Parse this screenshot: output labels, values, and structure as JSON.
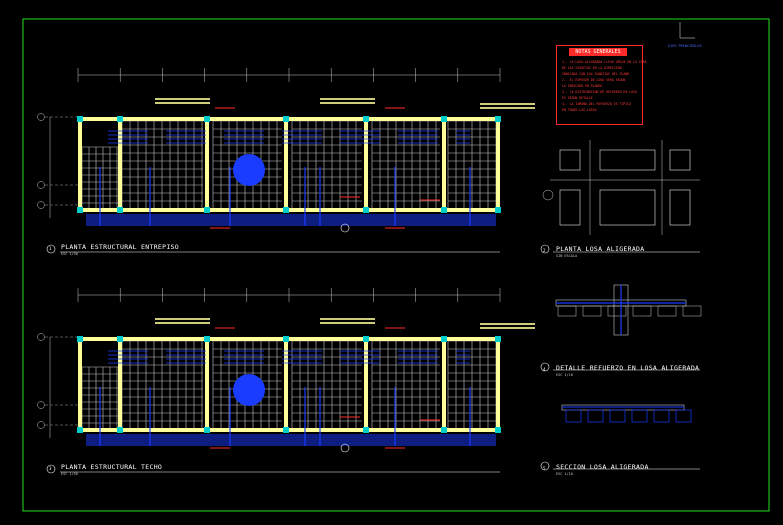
{
  "drawing": {
    "colors": {
      "background": "#000000",
      "frame": "#22dd22",
      "beam": "#ffff99",
      "rebar": "#1a3cff",
      "grid": "#c8c8c8",
      "column": "#00cccc",
      "text": "#ffffff",
      "notes": "#ff2a2a"
    },
    "views": [
      {
        "number": "1",
        "title": "PLANTA ESTRUCTURAL ENTREPISO",
        "scale": "ESC 1/50"
      },
      {
        "number": "2",
        "title": "PLANTA LOSA ALIGERADA",
        "scale": "SIN ESCALA"
      },
      {
        "number": "3",
        "title": "PLANTA ESTRUCTURAL TECHO",
        "scale": "ESC 1/50"
      },
      {
        "number": "4",
        "title": "DETALLE REFUERZO EN LOSA ALIGERADA",
        "scale": "ESC 1/10"
      },
      {
        "number": "5",
        "title": "SECCION LOSA ALIGERADA",
        "scale": "ESC 1/10"
      }
    ],
    "notes": {
      "title": "NOTAS GENERALES",
      "lines": [
        "1.- LA LOSA ALIGERADA LLEVA 2Ø3/8 EN LA CARA",
        "    DE LAS VIGUETAS EN LA DIRECCION",
        "    INDICADA CON LAS CUANTIAS DEL PLANO",
        "2.- EL ESPESOR DE LOSA SERA SEGUN",
        "    LO INDICADO EN PLANOS",
        "3.- LA DISTRIBUCION DE REFUERZO EN LOSA",
        "    ES SEGUN DETALLE",
        "4.- LA TAMAÑO DEL REFUERZO ES TIPICO",
        "    EN TODAS LAS LOSAS"
      ]
    },
    "axis_label": "EJES PRINCIPALES"
  }
}
